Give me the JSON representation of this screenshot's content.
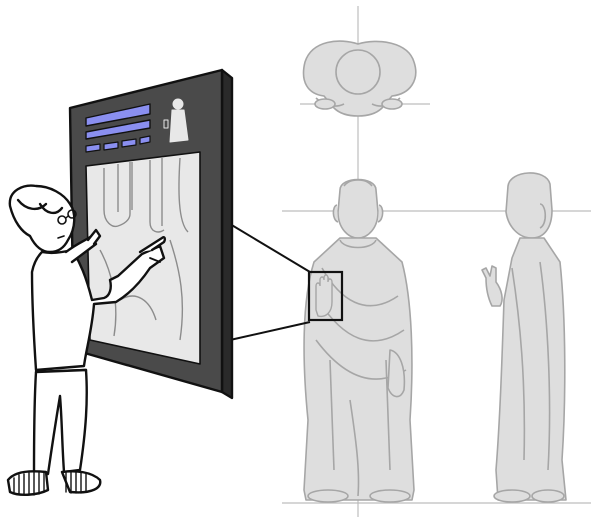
{
  "colors": {
    "background": "#ffffff",
    "ink": "#111111",
    "panel": "#4a4a4a",
    "panel_screen": "#e8e8e8",
    "ui_bar_blue": "#8a8ff0",
    "statue_fill": "#dedede",
    "statue_line": "#a6a6a6",
    "guide_line": "#bdbdbd"
  },
  "icons": {
    "figure": "person-pointing-icon",
    "panel": "interactive-display-panel",
    "statue_front": "buddha-statue-front-view",
    "statue_side": "buddha-statue-side-view",
    "statue_top": "buddha-statue-top-view",
    "zoom": "zoom-callout-box"
  }
}
